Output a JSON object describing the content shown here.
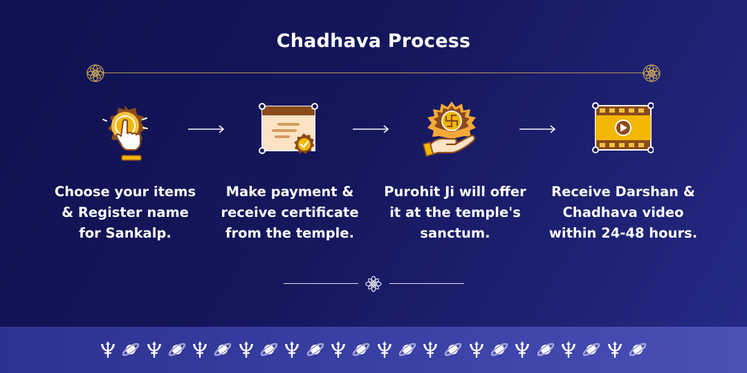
{
  "title": "Chadhava Process",
  "steps": [
    {
      "icon": "tap-finger-icon",
      "lines": [
        "Choose your items",
        "& Register name",
        "for Sankalp."
      ]
    },
    {
      "icon": "certificate-icon",
      "lines": [
        "Make payment &",
        "receive certificate",
        "from the temple."
      ]
    },
    {
      "icon": "offering-hand-icon",
      "lines": [
        "Purohit Ji will offer",
        "it at the temple's",
        "sanctum."
      ]
    },
    {
      "icon": "video-film-icon",
      "lines": [
        "Receive Darshan &",
        "Chadhava video",
        "within 24-48 hours."
      ]
    }
  ],
  "colors": {
    "background_dark": "#0f1150",
    "background_light": "#252a86",
    "gold": "#f2b705",
    "brown": "#8a4b1c",
    "line_gold": "#b99a5a",
    "footer_band": "#3d42a8"
  },
  "footer_motifs": [
    "trident-icon",
    "planet-icon"
  ]
}
